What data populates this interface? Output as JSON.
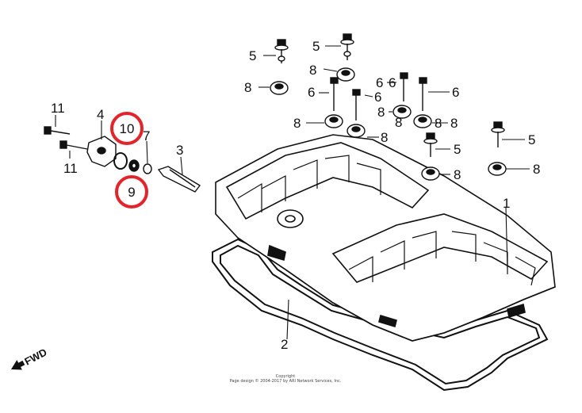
{
  "diagram": {
    "callouts": [
      "11",
      "11",
      "4",
      "10",
      "9",
      "7",
      "3",
      "1",
      "2",
      "5",
      "5",
      "5",
      "5",
      "8",
      "8",
      "8",
      "8",
      "8",
      "8",
      "8",
      "8",
      "8",
      "8",
      "6",
      "6",
      "6",
      "6",
      "6"
    ],
    "highlighted_parts": [
      "10",
      "9"
    ],
    "highlight_color": "#e2242b",
    "direction_marker": "FWD",
    "copyright_lines": [
      "Copyright",
      "Page design © 2004-2017 by ARI Network Services, Inc."
    ]
  }
}
